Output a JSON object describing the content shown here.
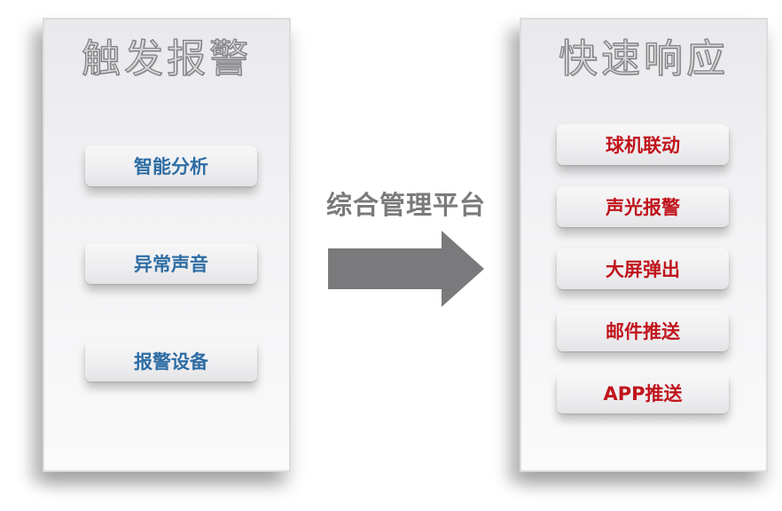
{
  "left_panel": {
    "title": "触发报警",
    "items": [
      {
        "label": "智能分析"
      },
      {
        "label": "异常声音"
      },
      {
        "label": "报警设备"
      }
    ],
    "text_color": "#2e6da4"
  },
  "center": {
    "label": "综合管理平台",
    "arrow": "right-arrow",
    "color": "#7a7a7c"
  },
  "right_panel": {
    "title": "快速响应",
    "items": [
      {
        "label": "球机联动"
      },
      {
        "label": "声光报警"
      },
      {
        "label": "大屏弹出"
      },
      {
        "label": "邮件推送"
      },
      {
        "label": "APP推送"
      }
    ],
    "text_color": "#c0141c"
  }
}
